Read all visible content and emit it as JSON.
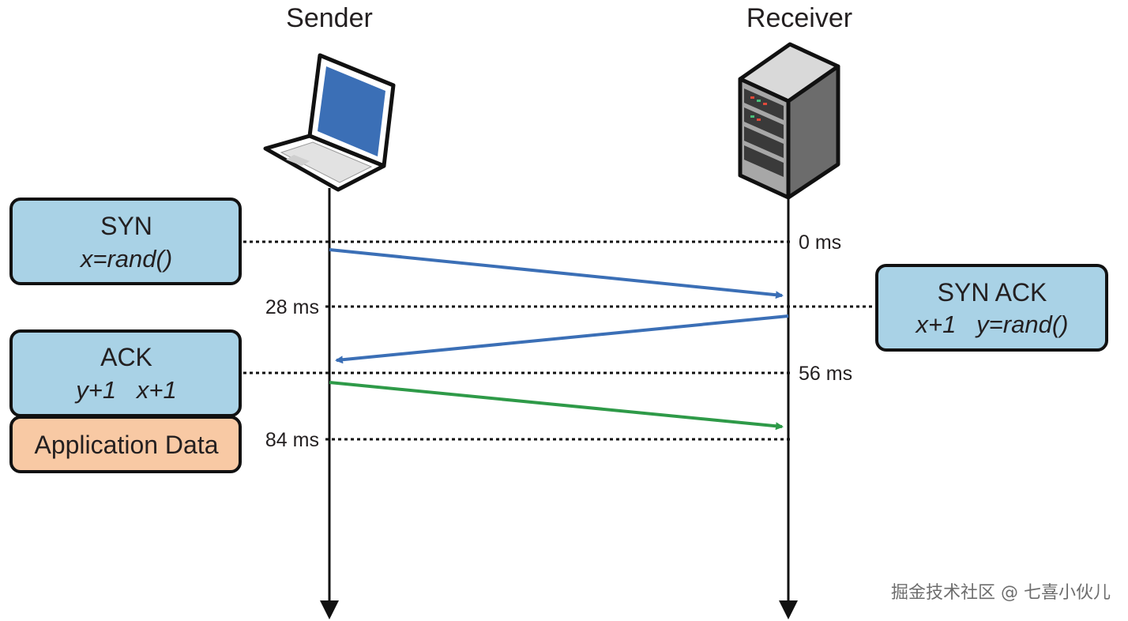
{
  "actors": {
    "sender": {
      "label": "Sender",
      "icon": "laptop-icon"
    },
    "receiver": {
      "label": "Receiver",
      "icon": "server-icon"
    }
  },
  "timeline": [
    {
      "label": "0 ms"
    },
    {
      "label": "28 ms"
    },
    {
      "label": "56 ms"
    },
    {
      "label": "84 ms"
    }
  ],
  "messages": [
    {
      "title": "SYN",
      "detail": "x=rand()",
      "side": "sender",
      "color": "#a9d2e6"
    },
    {
      "title": "SYN ACK",
      "detail": "x+1   y=rand()",
      "side": "receiver",
      "color": "#a9d2e6"
    },
    {
      "title": "ACK",
      "detail": "y+1   x+1",
      "side": "sender",
      "color": "#a9d2e6"
    },
    {
      "title": "Application Data",
      "detail": "",
      "side": "sender",
      "color": "#f8c9a4"
    }
  ],
  "arrows": [
    {
      "from": "sender",
      "to": "receiver",
      "color": "#3b6fb6"
    },
    {
      "from": "receiver",
      "to": "sender",
      "color": "#3b6fb6"
    },
    {
      "from": "sender",
      "to": "receiver",
      "color": "#2e9a48"
    }
  ],
  "watermark": "掘金技术社区 @ 七喜小伙儿"
}
